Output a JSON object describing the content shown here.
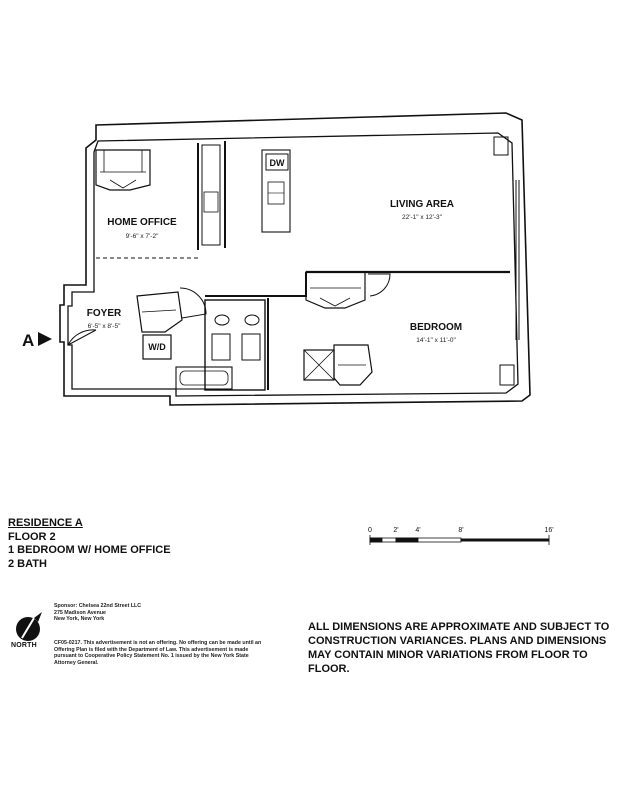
{
  "plan": {
    "rooms": [
      {
        "name": "HOME OFFICE",
        "dims": "9'-6\" x 7'-2\""
      },
      {
        "name": "LIVING AREA",
        "dims": "22'-1\" x 12'-3\""
      },
      {
        "name": "BEDROOM",
        "dims": "14'-1\" x 11'-0\""
      },
      {
        "name": "FOYER",
        "dims": "6'-5\" x 8'-5\""
      }
    ],
    "fixtures": {
      "dishwasher": "DW",
      "washer_dryer": "W/D"
    },
    "entry_marker": "A"
  },
  "residence": {
    "title": "RESIDENCE A",
    "floor": "FLOOR 2",
    "layout": "1 BEDROOM W/ HOME OFFICE",
    "baths": "2 BATH"
  },
  "scale": {
    "ticks": [
      "0",
      "2'",
      "4'",
      "8'",
      "16'"
    ]
  },
  "north_label": "NORTH",
  "sponsor": {
    "line1": "Sponsor: Chelsea 22nd Street LLC",
    "line2": "275 Madison Avenue",
    "line3": "New York, New York"
  },
  "legal": [
    "CF05-0217. This advertisement is not an offering. No offering can be made until an",
    "Offering Plan is filed with the Department of Law. This advertisement is made",
    "pursuant to Cooperative Policy Statement No. 1 issued by the New York State",
    "Attorney General."
  ],
  "disclaimer": "ALL DIMENSIONS ARE APPROXIMATE AND SUBJECT TO CONSTRUCTION VARIANCES. PLANS AND DIMENSIONS MAY CONTAIN MINOR VARIATIONS FROM FLOOR TO FLOOR."
}
